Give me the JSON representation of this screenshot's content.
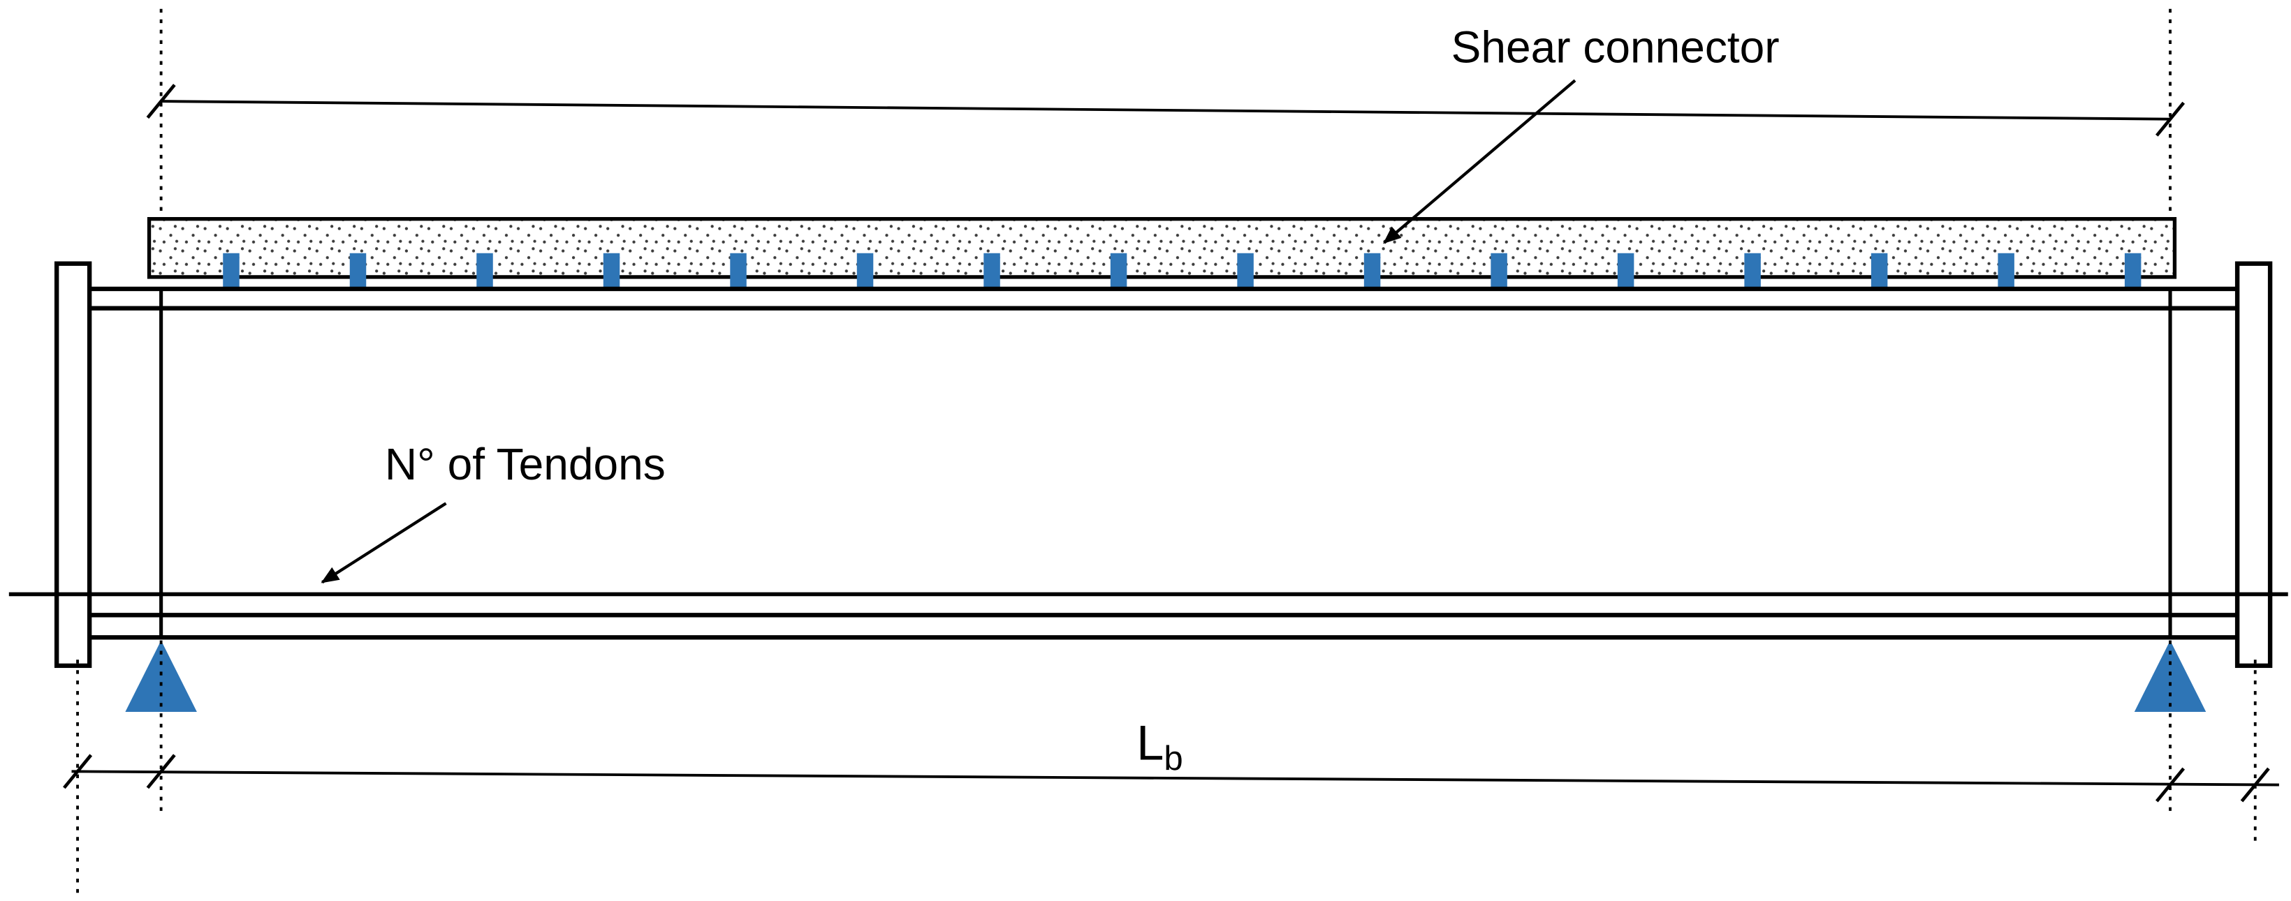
{
  "diagram": {
    "labels": {
      "shear_connector": "Shear connector",
      "tendons": "N° of Tendons",
      "span_main": "L",
      "span_sub": "b"
    },
    "colors": {
      "ink": "#000000",
      "stud_blue": "#2e75b6",
      "support_blue": "#2e75b6"
    },
    "studs": {
      "count": 16
    },
    "supports": {
      "count": 2
    }
  }
}
